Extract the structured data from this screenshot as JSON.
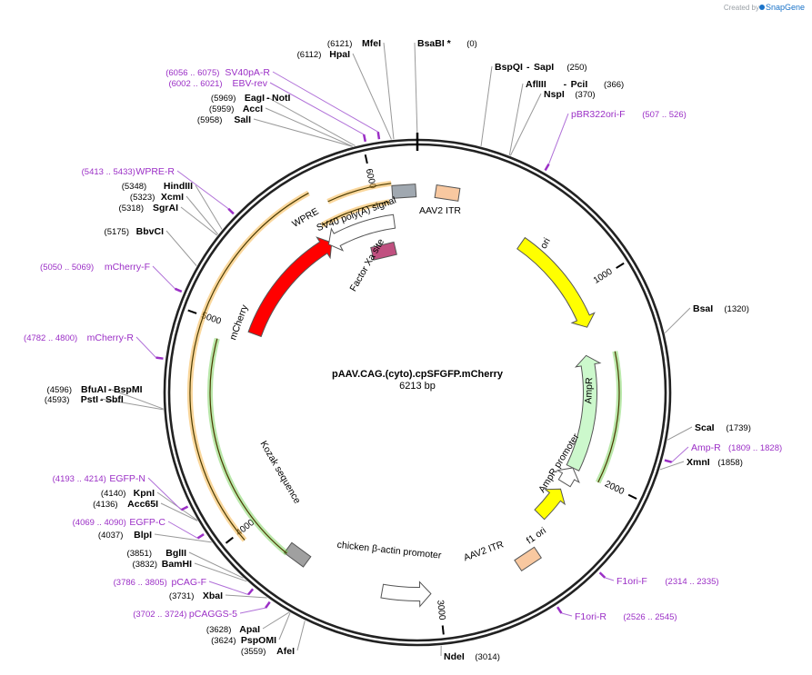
{
  "watermark": {
    "prefix": "Created by",
    "brand": "SnapGene"
  },
  "plasmid": {
    "name": "pAAV.CAG.(cyto).cpSFGFP.mCherry",
    "size_label": "6213 bp",
    "length": 6213
  },
  "ticks": [
    {
      "label": "1000",
      "bp": 1000
    },
    {
      "label": "2000",
      "bp": 2000
    },
    {
      "label": "3000",
      "bp": 3000
    },
    {
      "label": "4000",
      "bp": 4000
    },
    {
      "label": "5000",
      "bp": 5000
    },
    {
      "label": "6000",
      "bp": 6000
    }
  ],
  "features": [
    {
      "name": "ori",
      "start": 600,
      "end": 1190,
      "dir": "cw",
      "color": "#ffff00"
    },
    {
      "name": "AmpR",
      "start": 1340,
      "end": 2000,
      "dir": "ccw",
      "color": "#ccf8cc"
    },
    {
      "name": "AmpR promoter",
      "start": 2000,
      "end": 2100,
      "dir": "ccw",
      "color": "#ffffff"
    },
    {
      "name": "f1 ori",
      "start": 2140,
      "end": 2330,
      "dir": "ccw",
      "color": "#ffff00"
    },
    {
      "name": "AAV2 ITR",
      "start": 2480,
      "end": 2575,
      "dir": "none",
      "color": "#f8c8a0"
    },
    {
      "name": "chicken β-actin promoter",
      "start": 3040,
      "end": 3280,
      "dir": "ccw",
      "color": "#ffffff"
    },
    {
      "name": "Kozak sequence",
      "start": 3720,
      "end": 3750,
      "dir": "none",
      "color": "#a0a0a0"
    },
    {
      "name": "mCherry",
      "start": 5000,
      "end": 5700,
      "dir": "cw",
      "color": "#ff0000"
    },
    {
      "name": "WPRE",
      "start": 5680,
      "end": 6080,
      "dir": "ccw",
      "color": "#ffffff"
    },
    {
      "name": "SV40 poly(A) signal",
      "start": 6100,
      "end": 6195,
      "dir": "none",
      "color": "#a0a8b0"
    },
    {
      "name": "AAV2 ITR",
      "start": 90,
      "end": 205,
      "dir": "none",
      "color": "#f8c8a0"
    },
    {
      "name": "Factor Xa site",
      "start": 5975,
      "end": 5990,
      "dir": "none",
      "color": "#c05080"
    }
  ],
  "enzymes": [
    {
      "name": "MfeI",
      "pos": "(6121)",
      "bp": 6121
    },
    {
      "name": "HpaI",
      "pos": "(6112)",
      "bp": 6112
    },
    {
      "name": "BsaBI *",
      "pos": "(0)",
      "bp": 0
    },
    {
      "name": "BspQI",
      "name2": "SapI",
      "pos": "(250)",
      "bp": 250
    },
    {
      "name": "AflIII",
      "name2": "PciI",
      "pos": "(366)",
      "bp": 366
    },
    {
      "name": "NspI",
      "pos": "(370)",
      "bp": 370
    },
    {
      "name": "EagI",
      "name2": "NotI",
      "pos": "(5969)",
      "bp": 5969
    },
    {
      "name": "AccI",
      "pos": "(5959)",
      "bp": 5959
    },
    {
      "name": "SalI",
      "pos": "(5958)",
      "bp": 5958
    },
    {
      "name": "HindIII",
      "pos": "(5348)",
      "bp": 5348
    },
    {
      "name": "XcmI",
      "pos": "(5323)",
      "bp": 5323
    },
    {
      "name": "SgrAI",
      "pos": "(5318)",
      "bp": 5318
    },
    {
      "name": "BbvCI",
      "pos": "(5175)",
      "bp": 5175
    },
    {
      "name": "BsaI",
      "pos": "(1320)",
      "bp": 1320
    },
    {
      "name": "BfuAI",
      "name2": "BspMI",
      "pos": "(4596)",
      "bp": 4596
    },
    {
      "name": "PstI",
      "name2": "SbfI",
      "pos": "(4593)",
      "bp": 4593
    },
    {
      "name": "ScaI",
      "pos": "(1739)",
      "bp": 1739
    },
    {
      "name": "XmnI",
      "pos": "(1858)",
      "bp": 1858
    },
    {
      "name": "KpnI",
      "pos": "(4140)",
      "bp": 4140
    },
    {
      "name": "Acc65I",
      "pos": "(4136)",
      "bp": 4136
    },
    {
      "name": "BlpI",
      "pos": "(4037)",
      "bp": 4037
    },
    {
      "name": "BglII",
      "pos": "(3851)",
      "bp": 3851
    },
    {
      "name": "BamHI",
      "pos": "(3832)",
      "bp": 3832
    },
    {
      "name": "XbaI",
      "pos": "(3731)",
      "bp": 3731
    },
    {
      "name": "ApaI",
      "pos": "(3628)",
      "bp": 3628
    },
    {
      "name": "PspOMI",
      "pos": "(3624)",
      "bp": 3624
    },
    {
      "name": "AfeI",
      "pos": "(3559)",
      "bp": 3559
    },
    {
      "name": "NdeI",
      "pos": "(3014)",
      "bp": 3014
    }
  ],
  "primers": [
    {
      "name": "SV40pA-R",
      "range": "(6056 .. 6075)",
      "bp": 6065
    },
    {
      "name": "EBV-rev",
      "range": "(6002 .. 6021)",
      "bp": 6011
    },
    {
      "name": "pBR322ori-F",
      "range": "(507 .. 526)",
      "bp": 516
    },
    {
      "name": "WPRE-R",
      "range": "(5413 .. 5433)",
      "bp": 5423
    },
    {
      "name": "mCherry-F",
      "range": "(5050 .. 5069)",
      "bp": 5060
    },
    {
      "name": "mCherry-R",
      "range": "(4782 .. 4800)",
      "bp": 4791
    },
    {
      "name": "Amp-R",
      "range": "(1809 .. 1828)",
      "bp": 1818
    },
    {
      "name": "EGFP-N",
      "range": "(4193 .. 4214)",
      "bp": 4203
    },
    {
      "name": "EGFP-C",
      "range": "(4069 .. 4090)",
      "bp": 4080
    },
    {
      "name": "pCAG-F",
      "range": "(3786 .. 3805)",
      "bp": 3795
    },
    {
      "name": "pCAGGS-5",
      "range": "(3702 .. 3724)",
      "bp": 3713
    },
    {
      "name": "F1ori-F",
      "range": "(2314 .. 2335)",
      "bp": 2324
    },
    {
      "name": "F1ori-R",
      "range": "(2526 .. 2545)",
      "bp": 2535
    }
  ]
}
